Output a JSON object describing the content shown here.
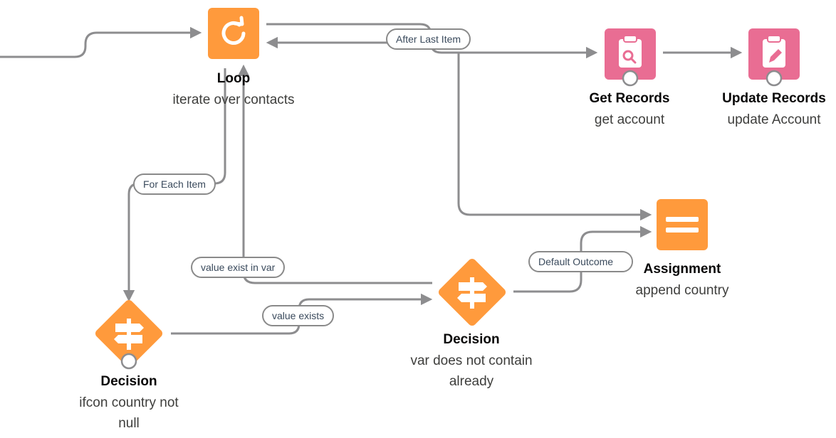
{
  "colors": {
    "loop": "#ff9a3c",
    "decision": "#ff9a3c",
    "assignment": "#ff9a3c",
    "records": "#e96d93",
    "connector": "#8d8d8f"
  },
  "nodes": {
    "loop": {
      "title": "Loop",
      "subtitle": "iterate over contacts",
      "icon": "refresh-icon"
    },
    "get_records": {
      "title": "Get Records",
      "subtitle": "get account",
      "icon": "clipboard-search-icon"
    },
    "update_records": {
      "title": "Update Records",
      "subtitle": "update Account",
      "icon": "clipboard-edit-icon"
    },
    "assignment": {
      "title": "Assignment",
      "subtitle": "append country",
      "icon": "equals-icon"
    },
    "decision_1": {
      "title": "Decision",
      "subtitle_line1": "ifcon country not",
      "subtitle_line2": "null",
      "icon": "signpost-icon"
    },
    "decision_2": {
      "title": "Decision",
      "subtitle_line1": "var does not contain",
      "subtitle_line2": "already",
      "icon": "signpost-icon"
    }
  },
  "connector_labels": {
    "after_last_item": "After Last Item",
    "for_each_item": "For Each Item",
    "value_exist_in_var": "value exist in var",
    "value_exists": "value exists",
    "default_outcome": "Default Outcome"
  }
}
